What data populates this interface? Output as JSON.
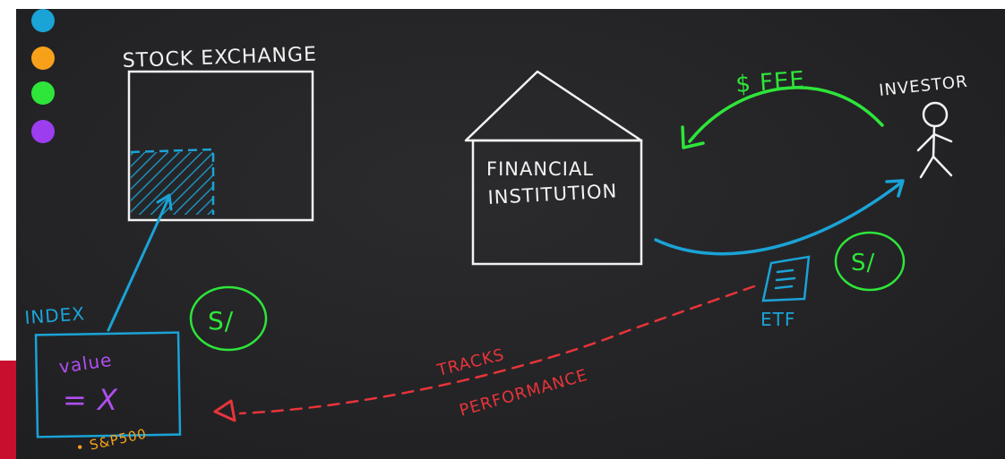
{
  "palette": [
    {
      "name": "blue",
      "color": "#1aa3d6"
    },
    {
      "name": "orange",
      "color": "#f7a11a"
    },
    {
      "name": "green",
      "color": "#2ee53a"
    },
    {
      "name": "purple",
      "color": "#9d3df0"
    }
  ],
  "labels": {
    "stock_exchange": "STOCK EXCHANGE",
    "financial_institution_line1": "FINANCIAL",
    "financial_institution_line2": "INSTITUTION",
    "investor": "INVESTOR",
    "fee": "$ FEE",
    "index": "INDEX",
    "index_value_line1": "value",
    "index_value_line2": "= X",
    "sp500": "• S&P500",
    "etf": "ETF",
    "etf_share": "S/",
    "index_share": "S/",
    "tracks": "TRACKS",
    "performance": "PERFORMANCE"
  },
  "colors": {
    "chalk_white": "#f2f2f2",
    "chalk_blue": "#1aa3d6",
    "chalk_green": "#2ee53a",
    "chalk_red": "#e8343a",
    "chalk_purple": "#b04ef0",
    "chalk_orange": "#f7a11a"
  }
}
